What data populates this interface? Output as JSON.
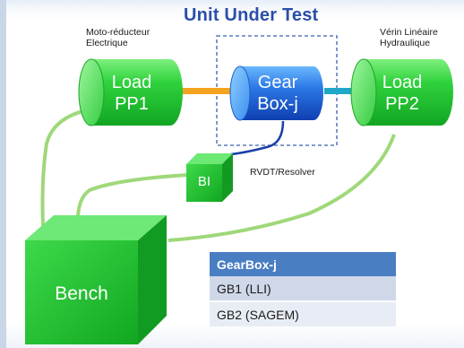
{
  "title": "Unit Under Test",
  "labels": {
    "moto_reducteur_line1": "Moto-réducteur",
    "moto_reducteur_line2": "Electrique",
    "verin_line1": "Vérin Linéaire",
    "verin_line2": "Hydraulique",
    "rvdt": "RVDT/Resolver"
  },
  "blocks": {
    "load_pp1_line1": "Load",
    "load_pp1_line2": "PP1",
    "gearbox_line1": "Gear",
    "gearbox_line2": "Box-j",
    "load_pp2_line1": "Load",
    "load_pp2_line2": "PP2",
    "bi": "BI",
    "bench": "Bench"
  },
  "table": {
    "header": "GearBox-j",
    "rows": [
      "GB1 (LLI)",
      "GB2 (SAGEM)"
    ]
  },
  "colors": {
    "green": "#22c232",
    "blue": "#1f63d6",
    "table_header": "#4a7ec3",
    "title": "#2a4fa8"
  }
}
